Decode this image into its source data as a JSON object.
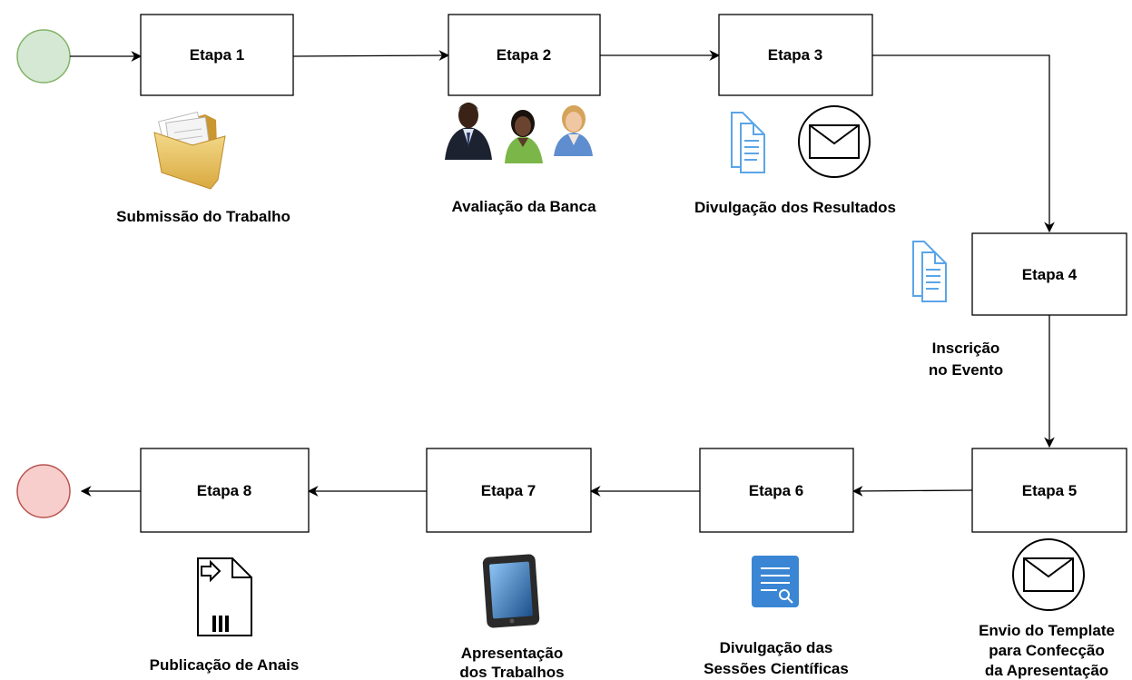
{
  "colors": {
    "start_fill": "#d5e8d4",
    "start_stroke": "#82b366",
    "end_fill": "#f8cecc",
    "end_stroke": "#b85450",
    "doc_blue": "#5aa5e8",
    "search_blue": "#3a86d4",
    "folder": "#e8c25c"
  },
  "steps": [
    {
      "label": "Etapa 1"
    },
    {
      "label": "Etapa 2"
    },
    {
      "label": "Etapa 3"
    },
    {
      "label": "Etapa 4"
    },
    {
      "label": "Etapa 5"
    },
    {
      "label": "Etapa 6"
    },
    {
      "label": "Etapa 7"
    },
    {
      "label": "Etapa 8"
    }
  ],
  "captions": {
    "submissao": "Submissão do Trabalho",
    "avaliacao": "Avaliação da Banca",
    "divulgacao_resultados": "Divulgação dos Resultados",
    "inscricao": [
      "Inscrição",
      "no Evento"
    ],
    "envio": [
      "Envio do Template",
      "para Confecção",
      "da Apresentação"
    ],
    "divulgacao_sessoes": [
      "Divulgação das",
      "Sessões Científicas"
    ],
    "apresentacao": [
      "Apresentação",
      "dos Trabalhos"
    ],
    "publicacao": "Publicação de Anais"
  },
  "icons": {
    "submissao": "folder-icon",
    "avaliacao": "people-icon",
    "resultados_doc": "document-icon",
    "resultados_mail": "envelope-icon",
    "inscricao": "document-icon",
    "envio": "envelope-icon",
    "sessoes": "search-document-icon",
    "apresentacao": "tablet-icon",
    "publicacao": "barcode-document-icon"
  }
}
